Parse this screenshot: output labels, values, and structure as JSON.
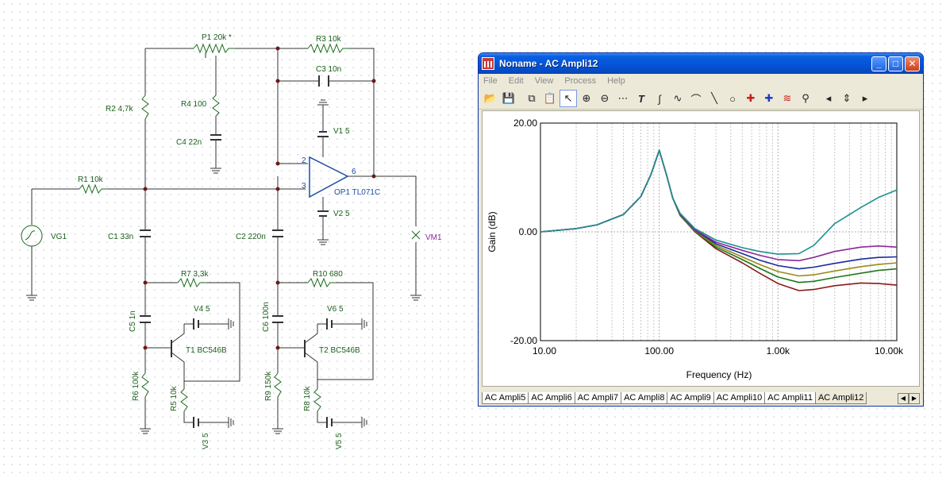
{
  "schematic": {
    "labels": {
      "P1": "P1 20k *",
      "R3": "R3 10k",
      "C3": "C3 10n",
      "R2": "R2 4,7k",
      "R4": "R4 100",
      "C4": "C4 22n",
      "V1": "V1 5",
      "R1": "R1 10k",
      "OP1": "OP1 TL071C",
      "V2": "V2 5",
      "VG1": "VG1",
      "C1": "C1 33n",
      "C2": "C2 220n",
      "VM1": "VM1",
      "R7": "R7 3,3k",
      "R10": "R10 680",
      "V4": "V4 5",
      "V6": "V6 5",
      "C5": "C5 1n",
      "C6": "C6 100n",
      "T1": "T1 BC546B",
      "T2": "T2 BC546B",
      "R6": "R6 100k",
      "R9": "R9 150k",
      "R5": "R5 10k",
      "R8": "R8 10k",
      "V3": "V3 5",
      "V5": "V5 5",
      "pin2": "2",
      "pin3": "3",
      "pin6": "6"
    }
  },
  "window": {
    "title": "Noname - AC Ampli12",
    "buttons": {
      "minimize": "_",
      "maximize": "□",
      "close": "✕"
    },
    "menu": [
      "File",
      "Edit",
      "View",
      "Process",
      "Help"
    ],
    "toolbar_icons": [
      "open-icon",
      "save-icon",
      "copy-icon",
      "paste-icon",
      "pointer-icon",
      "zoom-in-icon",
      "zoom-out-icon",
      "grid-icon",
      "text-icon",
      "curve-icon",
      "curve2-icon",
      "curve3-icon",
      "line-icon",
      "circle-icon",
      "cursor-a-icon",
      "cursor-b-icon",
      "waves-icon",
      "probe-icon",
      "left-icon",
      "updown-icon",
      "right-icon"
    ],
    "tabs": [
      "AC Ampli5",
      "AC Ampli6",
      "AC Ampli7",
      "AC Ampli8",
      "AC Ampli9",
      "AC Ampli10",
      "AC Ampli11",
      "AC Ampli12"
    ],
    "active_tab": "AC Ampli12"
  },
  "chart_data": {
    "type": "line",
    "xscale": "log",
    "xlim": [
      10,
      10000
    ],
    "ylim": [
      -20,
      20
    ],
    "xlabel": "Frequency (Hz)",
    "ylabel": "Gain (dB)",
    "xticks": [
      "10.00",
      "100.00",
      "1.00k",
      "10.00k"
    ],
    "yticks": [
      "20.00",
      "0.00",
      "-20.00"
    ],
    "grid": true,
    "x": [
      10,
      20,
      30,
      50,
      70,
      85,
      100,
      115,
      130,
      150,
      200,
      300,
      500,
      700,
      1000,
      1500,
      2000,
      3000,
      5000,
      7000,
      10000
    ],
    "series": [
      {
        "color": "#1f9090",
        "values": [
          0,
          0.6,
          1.3,
          3.2,
          6.5,
          10.5,
          15,
          10.5,
          6.2,
          3.4,
          0.6,
          -1.5,
          -2.9,
          -3.6,
          -4.1,
          -4,
          -2.5,
          1.5,
          4.5,
          6.3,
          7.7
        ]
      },
      {
        "color": "#8a2a9a",
        "values": [
          0,
          0.6,
          1.3,
          3.2,
          6.5,
          10.5,
          15,
          10.5,
          6.2,
          3.3,
          0.4,
          -1.9,
          -3.4,
          -4.3,
          -5.1,
          -5.3,
          -4.7,
          -3.6,
          -2.8,
          -2.6,
          -2.8
        ]
      },
      {
        "color": "#1a2a9a",
        "values": [
          0,
          0.6,
          1.3,
          3.2,
          6.5,
          10.5,
          15,
          10.5,
          6.2,
          3.2,
          0.3,
          -2.2,
          -4,
          -5.2,
          -6.2,
          -6.8,
          -6.5,
          -5.8,
          -5,
          -4.7,
          -4.6
        ]
      },
      {
        "color": "#9a8a1a",
        "values": [
          0,
          0.6,
          1.3,
          3.2,
          6.5,
          10.5,
          15,
          10.5,
          6.2,
          3.1,
          0.2,
          -2.5,
          -4.6,
          -6,
          -7.3,
          -8.1,
          -7.9,
          -7.2,
          -6.4,
          -6,
          -5.7
        ]
      },
      {
        "color": "#1a7a1a",
        "values": [
          0,
          0.6,
          1.3,
          3.2,
          6.5,
          10.5,
          15,
          10.5,
          6.2,
          3,
          0.1,
          -2.8,
          -5.1,
          -6.7,
          -8.3,
          -9.3,
          -9.1,
          -8.4,
          -7.6,
          -7.1,
          -6.8
        ]
      },
      {
        "color": "#8a1a1a",
        "values": [
          0,
          0.6,
          1.3,
          3.2,
          6.5,
          10.5,
          15,
          10.5,
          6.2,
          3,
          0,
          -3.1,
          -5.7,
          -7.6,
          -9.5,
          -10.8,
          -10.6,
          -9.9,
          -9.4,
          -9.5,
          -9.8
        ]
      }
    ]
  }
}
